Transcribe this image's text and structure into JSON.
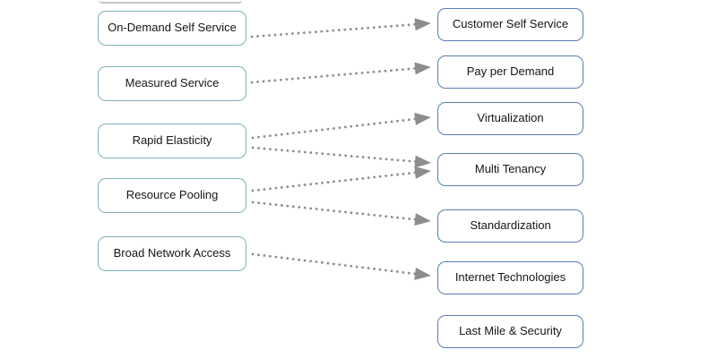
{
  "diagram": {
    "description": "Mapping of cloud characteristics (left) to enabling concepts (right)",
    "left": {
      "items": [
        "On-Demand Self Service",
        "Measured Service",
        "Rapid Elasticity",
        "Resource Pooling",
        "Broad Network Access"
      ]
    },
    "right": {
      "items": [
        "Customer Self Service",
        "Pay per Demand",
        "Virtualization",
        "Multi Tenancy",
        "Standardization",
        "Internet Technologies",
        "Last Mile & Security"
      ]
    },
    "connections": [
      {
        "from": "On-Demand Self Service",
        "to": "Customer Self Service"
      },
      {
        "from": "Measured Service",
        "to": "Pay per Demand"
      },
      {
        "from": "Rapid Elasticity",
        "to": "Virtualization"
      },
      {
        "from": "Rapid Elasticity",
        "to": "Multi Tenancy"
      },
      {
        "from": "Resource Pooling",
        "to": "Multi Tenancy"
      },
      {
        "from": "Resource Pooling",
        "to": "Standardization"
      },
      {
        "from": "Broad Network Access",
        "to": "Internet Technologies"
      }
    ],
    "colors": {
      "left_box_border": "#7fb1b9",
      "right_box_border": "#5a7db2",
      "arrow": "#8d8d8d",
      "box_fill": "#ffffff",
      "text": "#161616",
      "background": "#ffffff"
    }
  }
}
